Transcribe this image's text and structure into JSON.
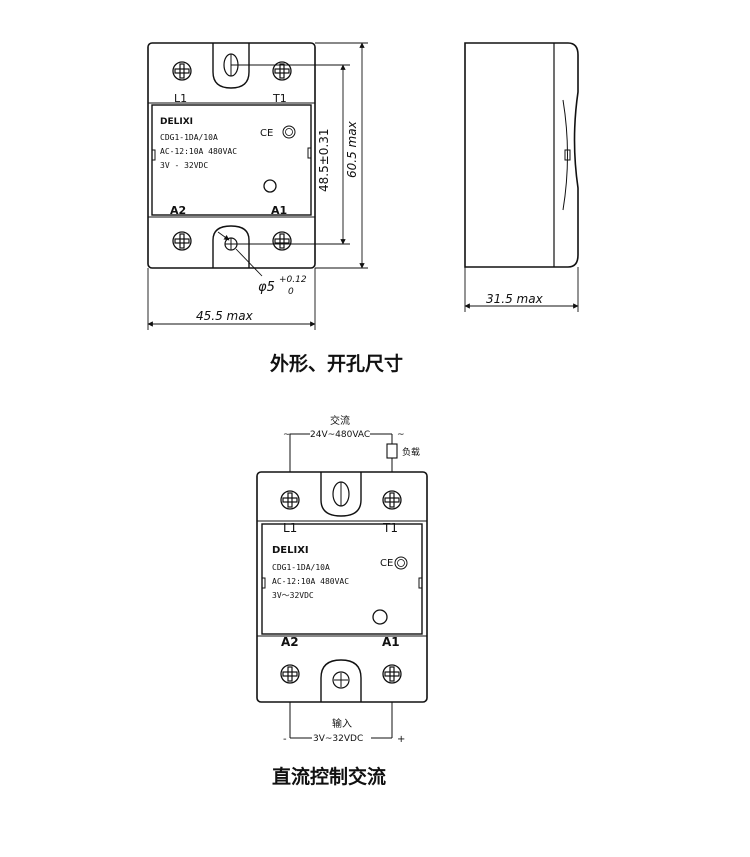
{
  "diagram1": {
    "terminals": {
      "l1": "L1",
      "t1": "T1",
      "a2": "A2",
      "a1": "A1"
    },
    "label": {
      "brand": "",
      "model": "CDG1-1DA/10A",
      "rating": "AC-12:10A  480VAC",
      "control": "3V - 32VDC",
      "cert": "CE"
    },
    "dims": {
      "height_inner": "48.5±0.31",
      "height_max": "60.5 max",
      "width": "45.5 max",
      "hole": "φ5",
      "hole_tol_up": "+0.12",
      "hole_tol_low": "0",
      "depth": "31.5 max"
    },
    "caption": "外形、开孔尺寸"
  },
  "diagram2": {
    "ac_title": "交流",
    "ac_range": "24V~480VAC",
    "ac_tilde_left": "~",
    "ac_tilde_right": "~",
    "load": "负载",
    "terminals": {
      "l1": "L1",
      "t1": "T1",
      "a2": "A2",
      "a1": "A1"
    },
    "label": {
      "brand": "DELIXI",
      "model": "CDG1-1DA/10A",
      "rating": "AC-12:10A  480VAC",
      "control": "3V～32VDC",
      "cert": "CE"
    },
    "input_title": "输入",
    "input_range": "3V~32VDC",
    "minus": "-",
    "plus": "+",
    "caption": "直流控制交流"
  },
  "brand_top": "DELIXI"
}
